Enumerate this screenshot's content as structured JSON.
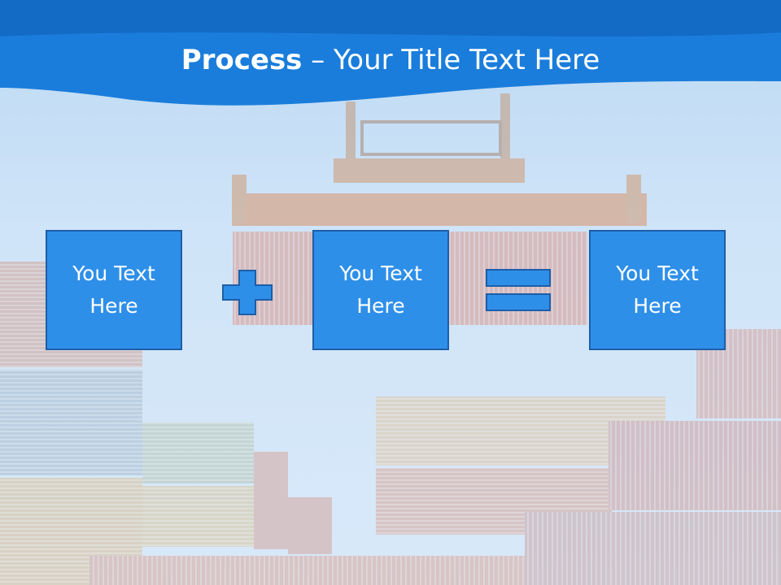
{
  "slide": {
    "title_bold": "Process",
    "title_rest": " – Your Title Text Here",
    "boxes": [
      {
        "text": "You Text Here"
      },
      {
        "text": "You Text Here"
      },
      {
        "text": "You Text Here"
      }
    ],
    "operators": [
      "plus-icon",
      "equals-icon"
    ]
  },
  "colors": {
    "header_blue": "#1a7ddb",
    "box_fill": "#2e8fe9",
    "box_border": "#1d5ea8",
    "sky": "#cfe4f8"
  }
}
